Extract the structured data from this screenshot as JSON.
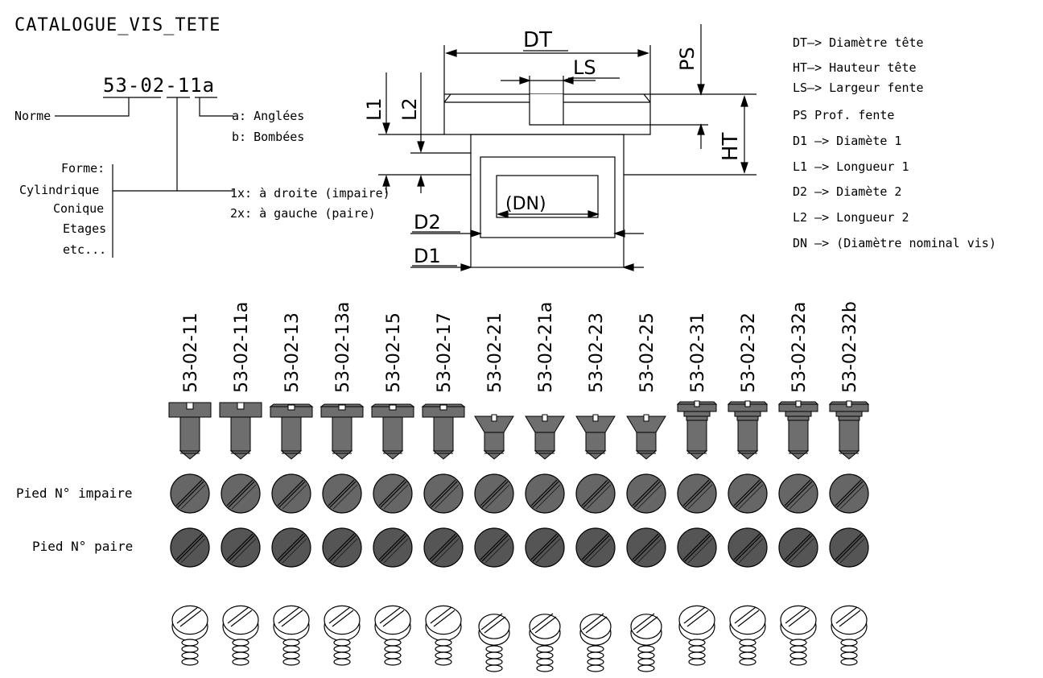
{
  "title": "CATALOGUE_VIS_TETE",
  "code_example": {
    "code": "53-02-11a",
    "norme_label": "Norme",
    "suffix_options": [
      "a: Anglées",
      "b: Bombées"
    ],
    "forme_label": "Forme:",
    "formes": [
      "Cylindrique",
      "Conique",
      "Etages",
      "etc..."
    ],
    "foot_options": [
      "1x: à droite (impaire)",
      "2x: à gauche (paire)"
    ]
  },
  "dimension_labels": {
    "DT": "DT",
    "LS": "LS",
    "PS": "PS",
    "HT": "HT",
    "L1": "L1",
    "L2": "L2",
    "D1": "D1",
    "D2": "D2",
    "DN": "(DN)"
  },
  "legend": [
    "DT—> Diamètre tête",
    "HT—> Hauteur tête",
    "LS—> Largeur fente",
    "PS Prof. fente",
    "D1 —> Diamète 1",
    "L1 —> Longueur 1",
    "D2 —> Diamète 2",
    "L2 —> Longueur 2",
    "DN —> (Diamètre nominal vis)"
  ],
  "screws": [
    {
      "code": "53-02-11",
      "head": "cylindrical",
      "slot": "straight"
    },
    {
      "code": "53-02-11a",
      "head": "cylindrical",
      "slot": "straight"
    },
    {
      "code": "53-02-13",
      "head": "cylindrical-low",
      "slot": "straight"
    },
    {
      "code": "53-02-13a",
      "head": "cylindrical-low",
      "slot": "v"
    },
    {
      "code": "53-02-15",
      "head": "cylindrical-low",
      "slot": "straight"
    },
    {
      "code": "53-02-17",
      "head": "cylindrical-low",
      "slot": "v"
    },
    {
      "code": "53-02-21",
      "head": "conical",
      "slot": "straight"
    },
    {
      "code": "53-02-21a",
      "head": "conical",
      "slot": "v"
    },
    {
      "code": "53-02-23",
      "head": "conical",
      "slot": "straight"
    },
    {
      "code": "53-02-25",
      "head": "conical",
      "slot": "v"
    },
    {
      "code": "53-02-31",
      "head": "stepped",
      "slot": "straight"
    },
    {
      "code": "53-02-32",
      "head": "stepped",
      "slot": "straight"
    },
    {
      "code": "53-02-32a",
      "head": "stepped",
      "slot": "v"
    },
    {
      "code": "53-02-32b",
      "head": "stepped",
      "slot": "v"
    }
  ],
  "row_labels": {
    "impaire": "Pied N° impaire",
    "paire": "Pied N° paire"
  },
  "colors": {
    "line": "#000000",
    "part_fill": "#6e6e6e",
    "disc_fill": "#666666",
    "disc_dark": "#555555",
    "iso_fill": "#ffffff"
  }
}
